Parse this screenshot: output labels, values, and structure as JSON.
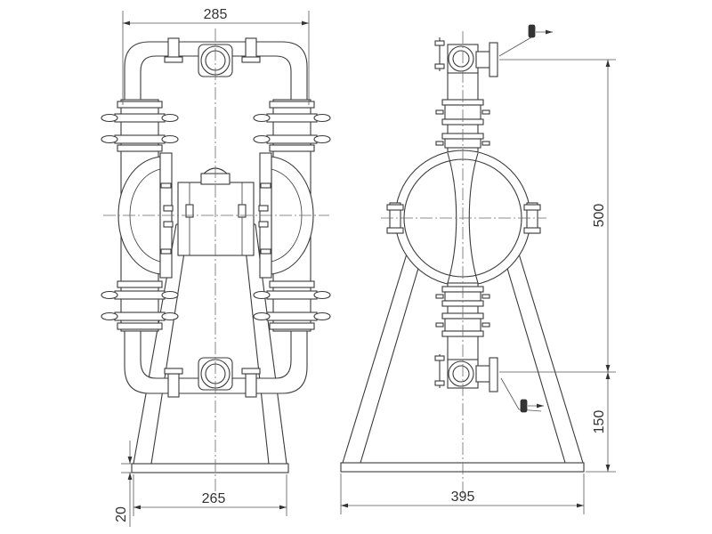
{
  "front_view": {
    "top_width": "285",
    "base_width": "265",
    "base_thickness": "20"
  },
  "side_view": {
    "base_width": "395",
    "outlet_height": "500",
    "inlet_height": "150"
  },
  "icons": {
    "outlet_marker": "outlet-flow-arrow-icon",
    "inlet_marker": "inlet-flow-arrow-icon"
  },
  "colors": {
    "line": "#3a3a3a",
    "background": "#ffffff"
  }
}
